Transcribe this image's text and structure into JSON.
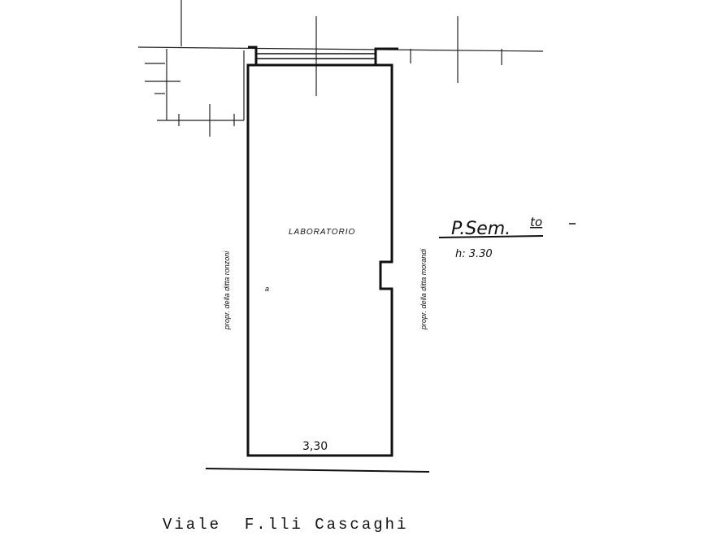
{
  "plan": {
    "room_label": "LABORATORIO",
    "floor_label": "P.Sem.",
    "floor_label_sup": "to",
    "height_label": "h: 3.30",
    "bottom_width": "3,30",
    "left_side_label": "propr. della ditta ronzoni",
    "right_side_label": "propr. della ditta morandi",
    "street_label": "Viale  F.lli Cascaghi",
    "side_mark": "a"
  }
}
